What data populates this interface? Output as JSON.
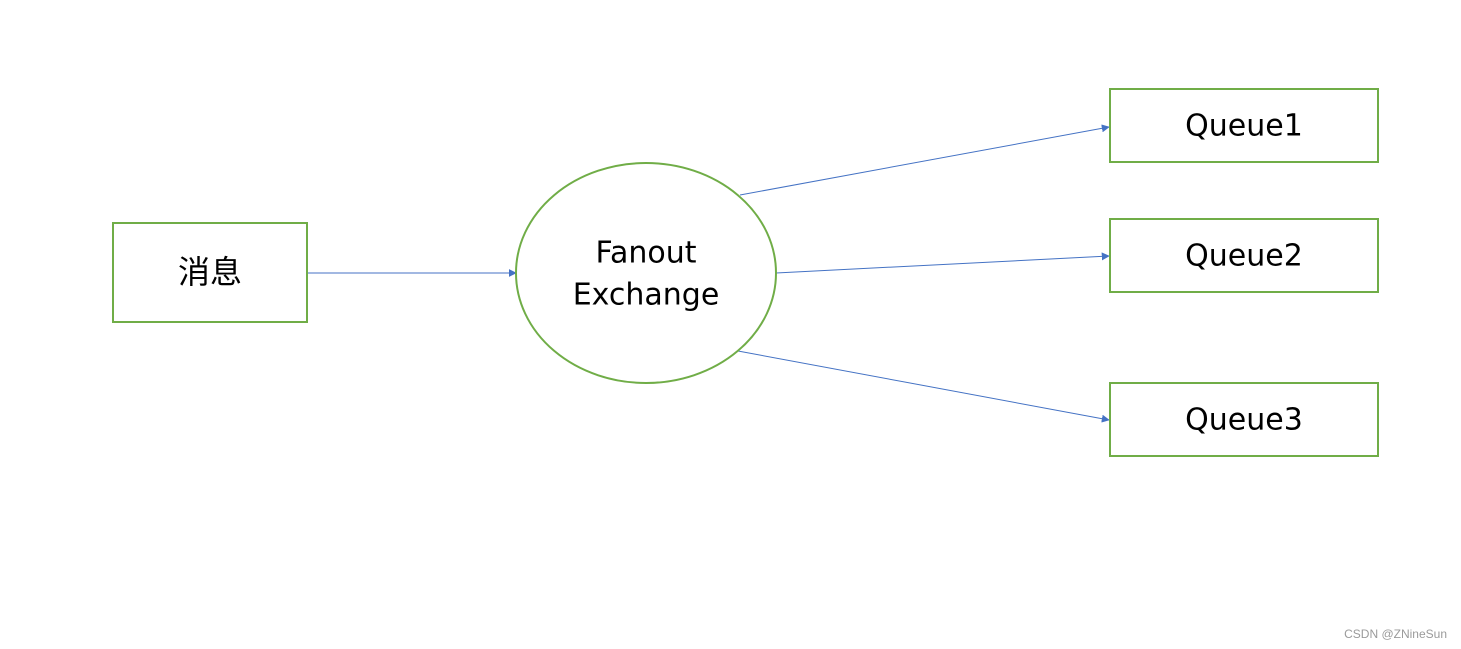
{
  "diagram": {
    "source": {
      "label": "消息"
    },
    "exchange": {
      "line1": "Fanout",
      "line2": "Exchange"
    },
    "queues": [
      {
        "label": "Queue1"
      },
      {
        "label": "Queue2"
      },
      {
        "label": "Queue3"
      }
    ],
    "colors": {
      "node_border": "#70ad47",
      "edge": "#4472c4",
      "text": "#000000",
      "background": "#ffffff"
    }
  },
  "watermark": "CSDN @ZNineSun"
}
